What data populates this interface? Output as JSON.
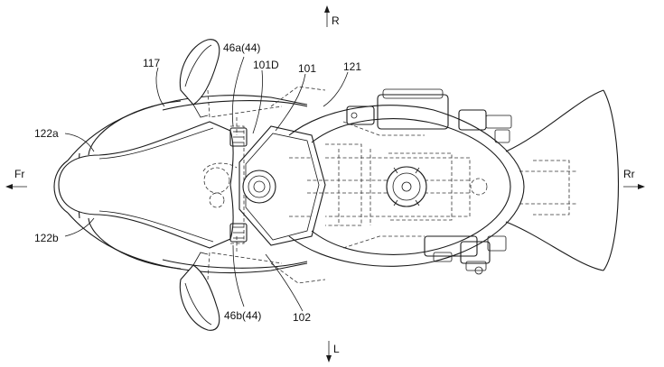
{
  "directions": {
    "right": "R",
    "left": "L",
    "front": "Fr",
    "rear": "Rr"
  },
  "labels": {
    "l117": "117",
    "l46a": "46a(44)",
    "l101D": "101D",
    "l101": "101",
    "l121": "121",
    "l122a": "122a",
    "l122b": "122b",
    "l46b": "46b(44)",
    "l102": "102"
  }
}
